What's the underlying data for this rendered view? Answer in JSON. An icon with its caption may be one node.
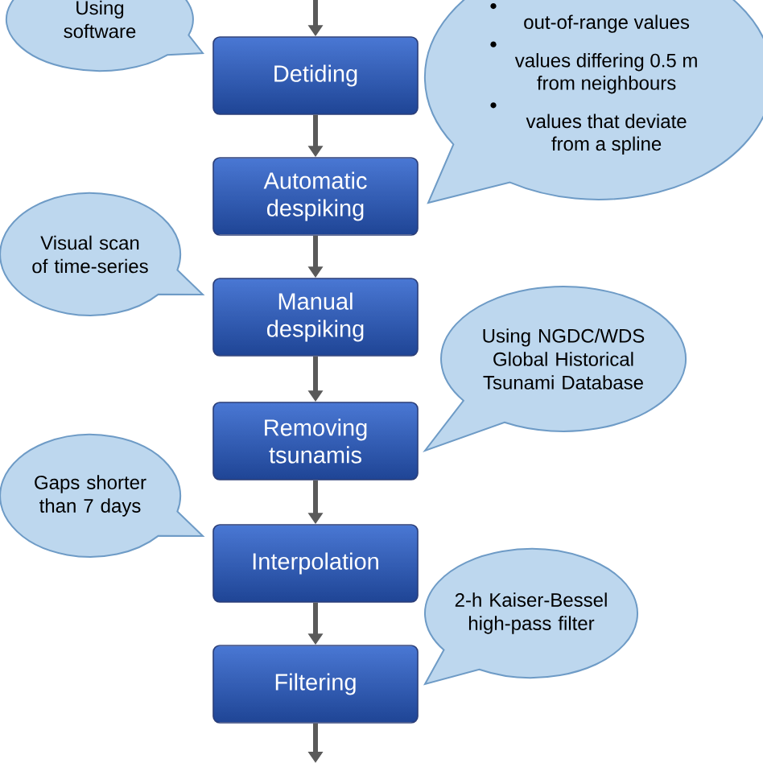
{
  "diagram": {
    "nodes": [
      {
        "text": [
          "Using software"
        ]
      },
      {
        "text": [
          "Detiding"
        ]
      },
      {
        "text": [
          "out-of-range values",
          "values differing 0.5 m from neighbours",
          "values that deviate from a spline"
        ]
      },
      {
        "text": [
          "Automatic despiking"
        ]
      },
      {
        "text": [
          "Visual scan of time-series"
        ]
      },
      {
        "text": [
          "Manual despiking"
        ]
      },
      {
        "text": [
          "Using NGDC/WDS Global Historical Tsunami Database"
        ]
      },
      {
        "text": [
          "Removing tsunamis"
        ]
      },
      {
        "text": [
          "Gaps shorter than 7 days"
        ]
      },
      {
        "text": [
          "Interpolation"
        ]
      },
      {
        "text": [
          "2-h Kaiser-Bessel high-pass filter"
        ]
      },
      {
        "text": [
          "Filtering"
        ]
      }
    ],
    "edges": [
      {
        "from": null,
        "to": 1,
        "arrow": "to"
      },
      {
        "from": 1,
        "to": 3,
        "arrow": "to"
      },
      {
        "from": 3,
        "to": 5,
        "arrow": "to"
      },
      {
        "from": 5,
        "to": 7,
        "arrow": "to"
      },
      {
        "from": 7,
        "to": 9,
        "arrow": "to"
      },
      {
        "from": 9,
        "to": 11,
        "arrow": "to"
      },
      {
        "from": 11,
        "to": null,
        "arrow": "to"
      }
    ]
  }
}
